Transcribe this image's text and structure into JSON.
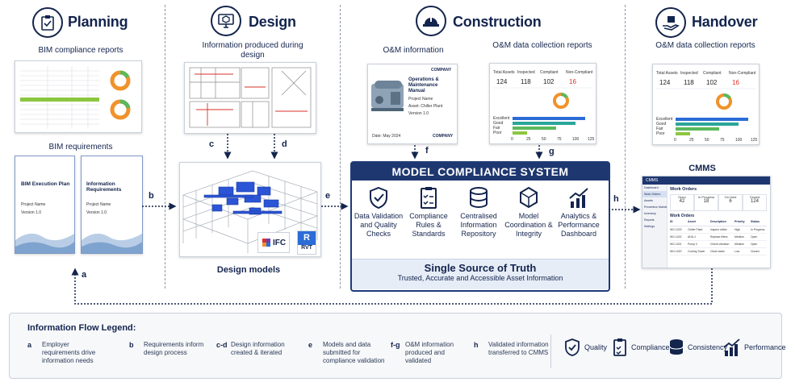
{
  "phases": {
    "planning": {
      "title": "Planning",
      "icon": "clipboard-check-icon"
    },
    "design": {
      "title": "Design",
      "icon": "monitor-cube-icon"
    },
    "construction": {
      "title": "Construction",
      "icon": "hard-hat-icon"
    },
    "handover": {
      "title": "Handover",
      "icon": "hand-box-icon"
    }
  },
  "planning": {
    "compliance_reports": "BIM compliance reports",
    "requirements": "BIM requirements",
    "doc1": {
      "title": "BIM Execution Plan",
      "project": "Project Name",
      "version": "Version 1.0"
    },
    "doc2": {
      "title": "Information Requirements",
      "project": "Project Name",
      "version": "Version 1.0"
    }
  },
  "design": {
    "produced": "Information produced during design",
    "models": "Design models",
    "ifc": "IFC",
    "rvt_letter": "R",
    "rvt": "RVT"
  },
  "construction": {
    "om_info": "O&M information",
    "om_reports": "O&M data collection reports",
    "manual": {
      "company": "COMPANY",
      "title": "Operations & Maintenance Manual",
      "project": "Project Name",
      "asset": "Asset: Chiller Plant",
      "version": "Version 1.0",
      "date": "Date: May 2024"
    }
  },
  "report": {
    "headers": [
      "Total Assets",
      "Inspected",
      "Compliant",
      "Non-Compliant"
    ],
    "values": [
      "124",
      "118",
      "102",
      "16"
    ],
    "bar_labels": [
      "Excellent",
      "Good",
      "Fair",
      "Poor"
    ],
    "axis": [
      "0",
      "25",
      "50",
      "75",
      "100",
      "125"
    ]
  },
  "handover": {
    "om_reports": "O&M data collection reports",
    "cmms": "CMMS",
    "cmms_app": {
      "logo": "CMMS",
      "nav": [
        "Dashboard",
        "Work Orders",
        "Assets",
        "Preventive Maintenance",
        "Inventory",
        "Reports",
        "Settings"
      ],
      "section": "Work Orders",
      "stats": [
        {
          "label": "Open",
          "value": "42"
        },
        {
          "label": "In Progress",
          "value": "18"
        },
        {
          "label": "On Hold",
          "value": "6"
        },
        {
          "label": "Closed",
          "value": "124"
        }
      ],
      "table_title": "Work Orders",
      "columns": [
        "ID",
        "Asset",
        "Description",
        "Priority",
        "Status"
      ],
      "rows": [
        [
          "WO-1023",
          "Chiller Plant",
          "Inspect chiller",
          "High",
          "In Progress"
        ],
        [
          "WO-1022",
          "AHU-1",
          "Replace filters",
          "Medium",
          "Open"
        ],
        [
          "WO-1021",
          "Pump 3",
          "Check vibration",
          "Medium",
          "Open"
        ],
        [
          "WO-1020",
          "Cooling Tower",
          "Clean basin",
          "Low",
          "Closed"
        ]
      ]
    }
  },
  "mcs": {
    "title": "MODEL COMPLIANCE SYSTEM",
    "items": [
      {
        "label": "Data Validation and Quality Checks",
        "icon": "shield-check-icon"
      },
      {
        "label": "Compliance Rules & Standards",
        "icon": "checklist-icon"
      },
      {
        "label": "Centralised Information Repository",
        "icon": "database-icon"
      },
      {
        "label": "Model Coordination & Integrity",
        "icon": "cube-network-icon"
      },
      {
        "label": "Analytics & Performance Dashboard",
        "icon": "chart-up-icon"
      }
    ],
    "sot_title": "Single Source of Truth",
    "sot_sub": "Trusted, Accurate and Accessible Asset Information"
  },
  "flow_labels": {
    "a": "a",
    "b": "b",
    "c": "c",
    "d": "d",
    "e": "e",
    "f": "f",
    "g": "g",
    "h": "h"
  },
  "legend": {
    "title": "Information Flow Legend:",
    "items": [
      {
        "key": "a",
        "text": "Employer requirements drive information needs"
      },
      {
        "key": "b",
        "text": "Requirements inform design process"
      },
      {
        "key": "c-d",
        "text": "Design information created & iterated"
      },
      {
        "key": "e",
        "text": "Models and data submitted for compliance validation"
      },
      {
        "key": "f-g",
        "text": "O&M information produced and validated"
      },
      {
        "key": "h",
        "text": "Validated information transferred to CMMS"
      }
    ],
    "badges": [
      {
        "label": "Quality",
        "icon": "shield-check-icon"
      },
      {
        "label": "Compliance",
        "icon": "checklist-icon"
      },
      {
        "label": "Consistency",
        "icon": "database-icon"
      },
      {
        "label": "Performance",
        "icon": "chart-up-icon"
      }
    ]
  },
  "colors": {
    "navy": "#1e3770",
    "accent_red": "#d9312b",
    "orange": "#f0922b",
    "green": "#5cb85c",
    "teal": "#2aa59a",
    "blue": "#2b6cd6"
  }
}
